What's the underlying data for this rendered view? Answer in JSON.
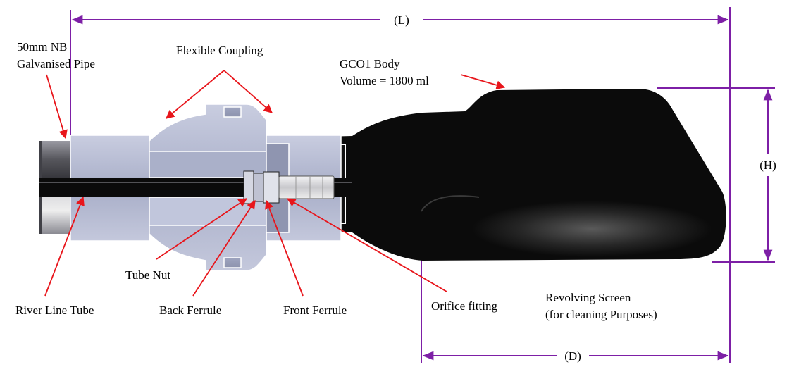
{
  "labels": {
    "pipe_line1": "50mm NB",
    "pipe_line2": "Galvanised Pipe",
    "flexible_coupling": "Flexible Coupling",
    "body_line1": "GCO1 Body",
    "body_line2": "Volume = 1800 ml",
    "tube_nut": "Tube Nut",
    "river_line_tube": "River Line Tube",
    "back_ferrule": "Back Ferrule",
    "front_ferrule": "Front Ferrule",
    "orifice_fitting": "Orifice fitting",
    "screen_line1": "Revolving Screen",
    "screen_line2": "(for cleaning Purposes)"
  },
  "dimensions": {
    "length": "(L)",
    "height": "(H)",
    "depth": "(D)"
  },
  "colors": {
    "annotation_arrow": "#e8151b",
    "dimension_line": "#7d1fa6",
    "metal_part": "#b9bfd6",
    "pipe": "#4f4f55",
    "body": "#0b0b0b"
  }
}
